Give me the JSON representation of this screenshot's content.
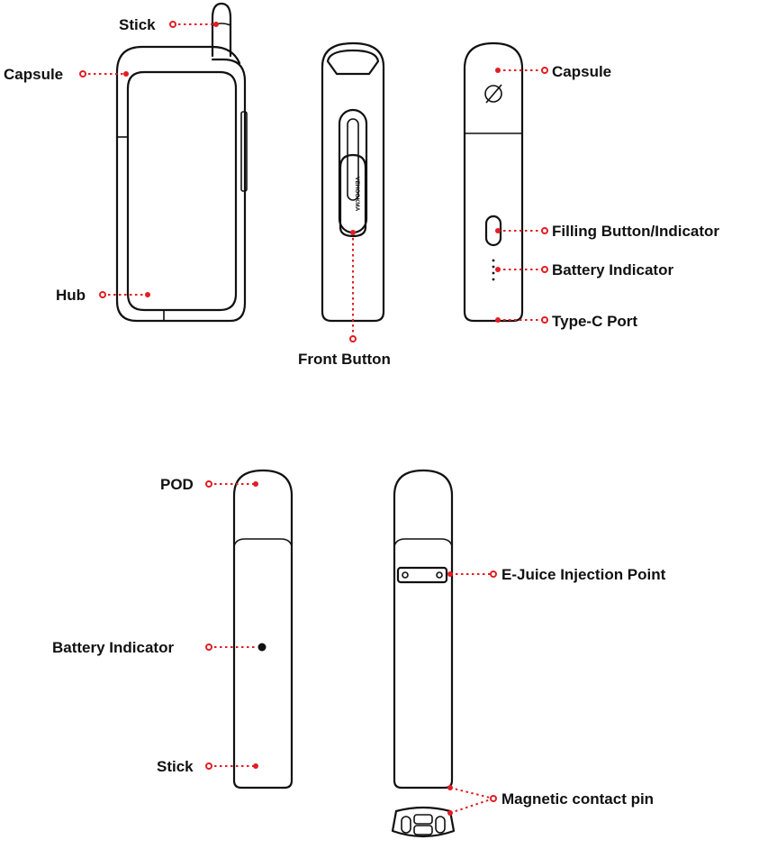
{
  "accent": "#e21d24",
  "device_top": {
    "labels": {
      "stick": "Stick",
      "capsule_left": "Capsule",
      "hub": "Hub",
      "front_button": "Front Button",
      "capsule_right": "Capsule",
      "filling_button": "Filling Button/Indicator",
      "battery_indicator": "Battery Indicator",
      "type_c_port": "Type-C Port"
    },
    "logo_text": "VEHOOKMA"
  },
  "device_bottom": {
    "labels": {
      "pod": "POD",
      "battery_indicator": "Battery Indicator",
      "stick": "Stick",
      "ejuice_point": "E-Juice Injection Point",
      "magnetic_pin": "Magnetic contact pin"
    }
  }
}
